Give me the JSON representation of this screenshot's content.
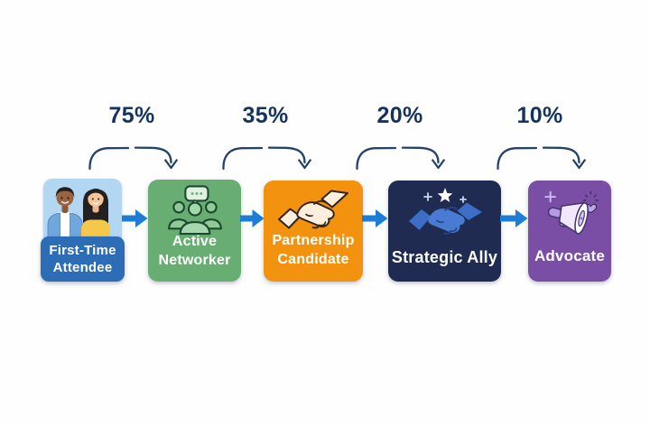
{
  "page": {
    "background": "#fefefe"
  },
  "colors": {
    "flow_arrow": "#1d7dd6",
    "connector": "#24426b",
    "percent_text": "#15345d",
    "stage_label_text": "#ffffff",
    "stage1_panel": "#b3d6f3",
    "stage1_band": "#2d6db6",
    "stage2_fill": "#68ae72",
    "stage3_fill": "#f2920f",
    "stage4_fill": "#202b52",
    "stage5_fill": "#7b4ea6"
  },
  "diagram": {
    "transitions": [
      {
        "percent": "75%"
      },
      {
        "percent": "35%"
      },
      {
        "percent": "20%"
      },
      {
        "percent": "10%"
      }
    ],
    "stages": [
      {
        "name": "First-Time Attendee",
        "label_lines": [
          "First-Time",
          "Attendee"
        ],
        "icon": "attendee-couple-illustration",
        "fill": "#2d6db6"
      },
      {
        "name": "Active Networker",
        "label_lines": [
          "Active",
          "Networker"
        ],
        "icon": "networking-group-icon",
        "fill": "#68ae72"
      },
      {
        "name": "Partnership Candidate",
        "label_lines": [
          "Partnership",
          "Candidate"
        ],
        "icon": "handshake-icon",
        "fill": "#f2920f"
      },
      {
        "name": "Strategic Ally",
        "label_lines": [
          "Strategic Ally"
        ],
        "icon": "handshake-star-icon",
        "fill": "#202b52"
      },
      {
        "name": "Advocate",
        "label_lines": [
          "Advocate"
        ],
        "icon": "megaphone-heart-icon",
        "fill": "#7b4ea6"
      }
    ]
  }
}
